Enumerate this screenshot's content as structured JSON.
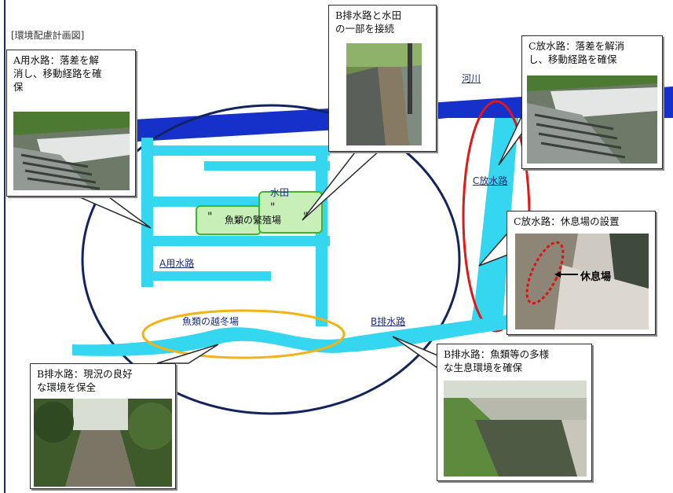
{
  "diagram": {
    "title": "[環境配慮計画図]",
    "labels": {
      "river": "河川",
      "paddy": "水田",
      "fish_breeding": "魚類の繁殖場",
      "intake_channel": "A用水路",
      "discharge_channel": "C放水路",
      "drainage_channel": "B排水路",
      "fish_wintering": "魚類の越冬場",
      "marks": [
        "\"",
        "\"",
        "\"",
        "\""
      ]
    }
  },
  "callouts": {
    "a_channel": {
      "lines": [
        "A用水路：落差を解",
        "消し、移動経路を確",
        "保"
      ]
    },
    "b_paddy": {
      "lines": [
        "B排水路と水田",
        "の一部を接続"
      ]
    },
    "c_drop": {
      "lines": [
        "C放水路：落差を解消",
        "し、移動経路を確保"
      ]
    },
    "c_rest": {
      "lines": [
        "C放水路：休息場の設置"
      ],
      "photo_label": "休息場"
    },
    "b_env": {
      "lines": [
        "B排水路：現況の良好",
        "な環境を保全"
      ]
    },
    "b_diverse": {
      "lines": [
        "B排水路：魚類等の多様",
        "な生息環境を確保"
      ]
    }
  },
  "colors": {
    "river": "#1631c9",
    "channel": "#35d6f0",
    "ellipse": "#13235f",
    "red_outline": "#e01818",
    "orange_outline": "#f2b313",
    "paddy_fill": "#c8efb8",
    "paddy_stroke": "#3fb52e"
  }
}
